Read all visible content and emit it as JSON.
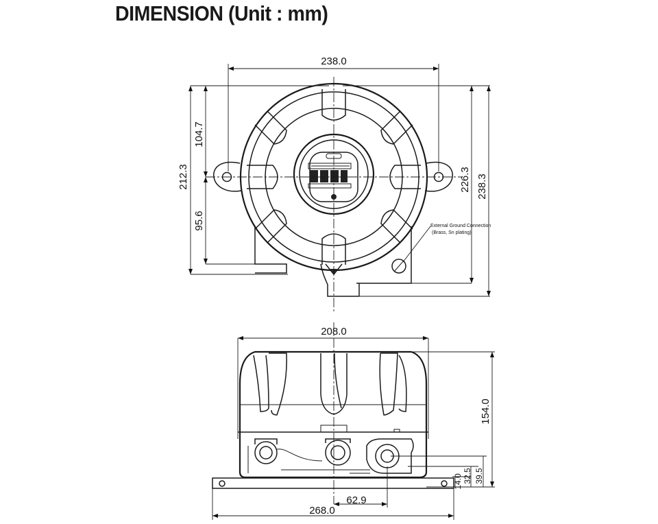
{
  "title": "DIMENSION (Unit : mm)",
  "top_view": {
    "width_238_0": "238.0",
    "height_212_3": "212.3",
    "upper_104_7": "104.7",
    "lower_95_6": "95.6",
    "right_226_3": "226.3",
    "right_238_3": "238.3",
    "ground_note_line1": "External Ground Connection",
    "ground_note_line2": "(Brass, Sn plating)"
  },
  "side_view": {
    "width_208_0": "208.0",
    "height_154_0": "154.0",
    "base_268_0": "268.0",
    "offset_62_9": "62.9",
    "small_14_0": "14.0",
    "small_32_5": "32.5",
    "small_39_5": "39.5"
  }
}
